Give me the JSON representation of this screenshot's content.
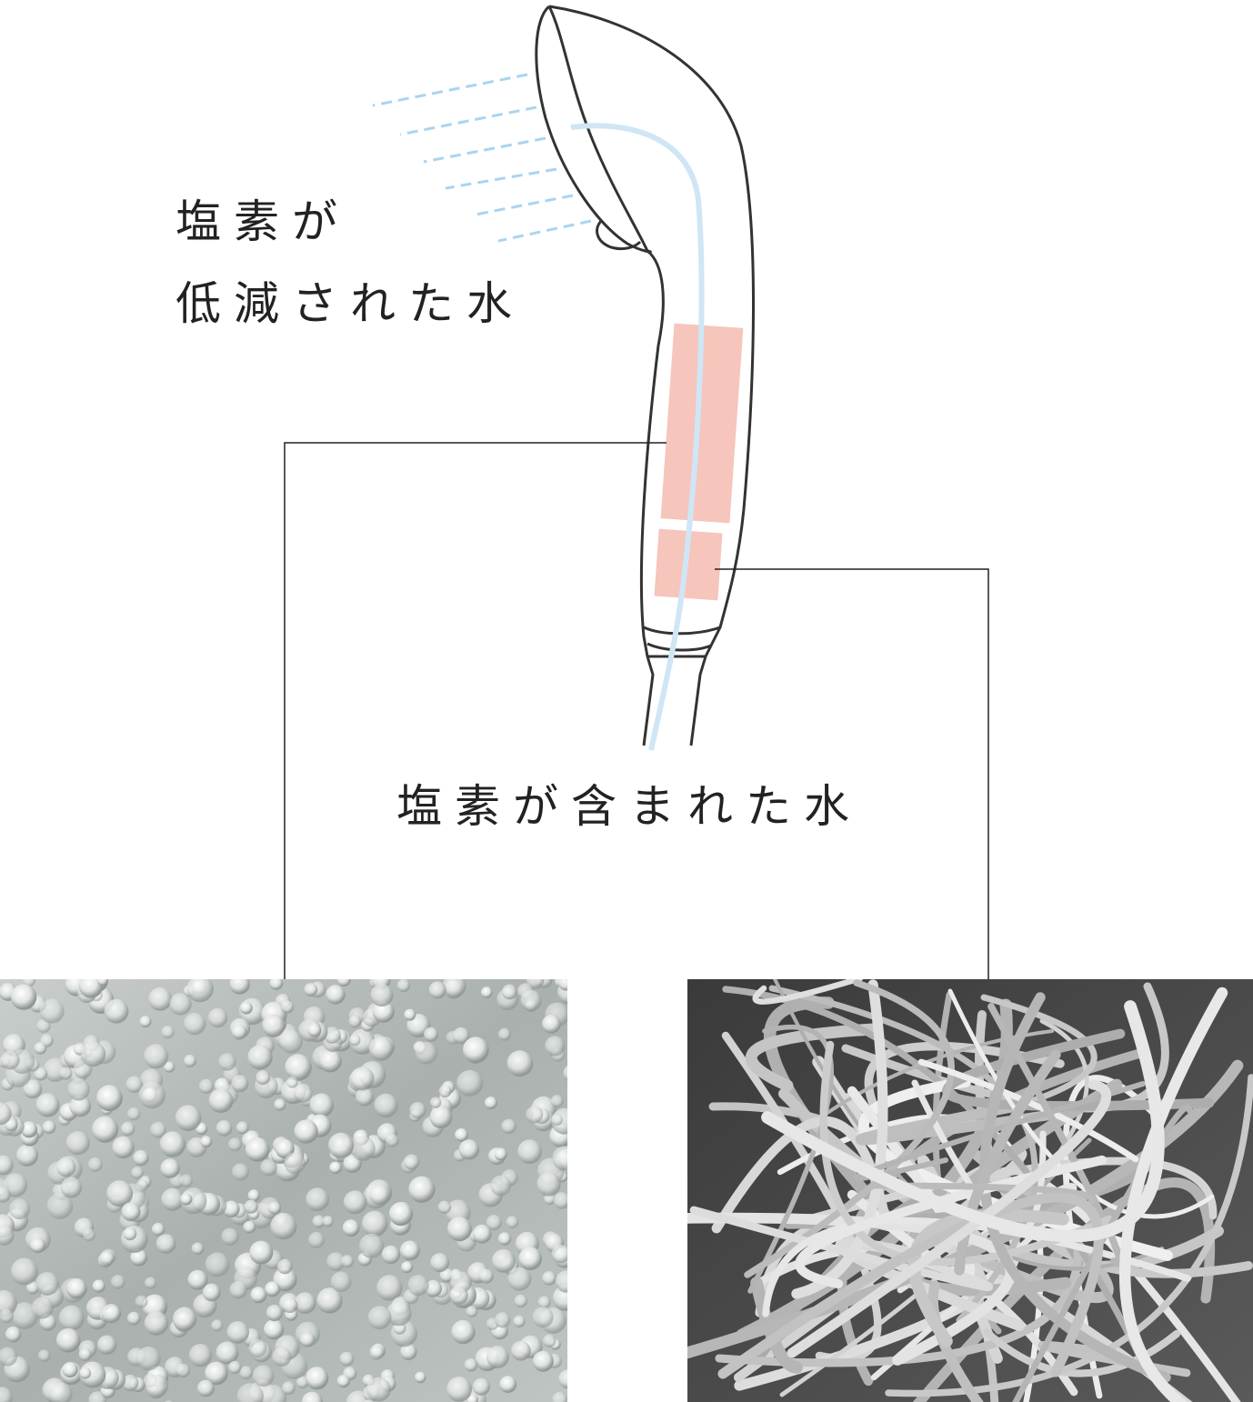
{
  "labels": {
    "filtered_water_line1": "塩素が",
    "filtered_water_line2": "低減された水",
    "chlorinated_water": "塩素が含まれた水"
  },
  "icons": {
    "shower_head": "shower-head-icon",
    "spray": "water-spray-icon"
  },
  "photos": {
    "left": "filter-media-granules-photo",
    "right": "filter-fiber-micrograph-photo"
  },
  "colors": {
    "outline": "#333333",
    "water_channel": "#cfe6f5",
    "filter_cartridge": "#f6c5bb",
    "spray": "#a9d5ef",
    "leader_line": "#222222"
  }
}
